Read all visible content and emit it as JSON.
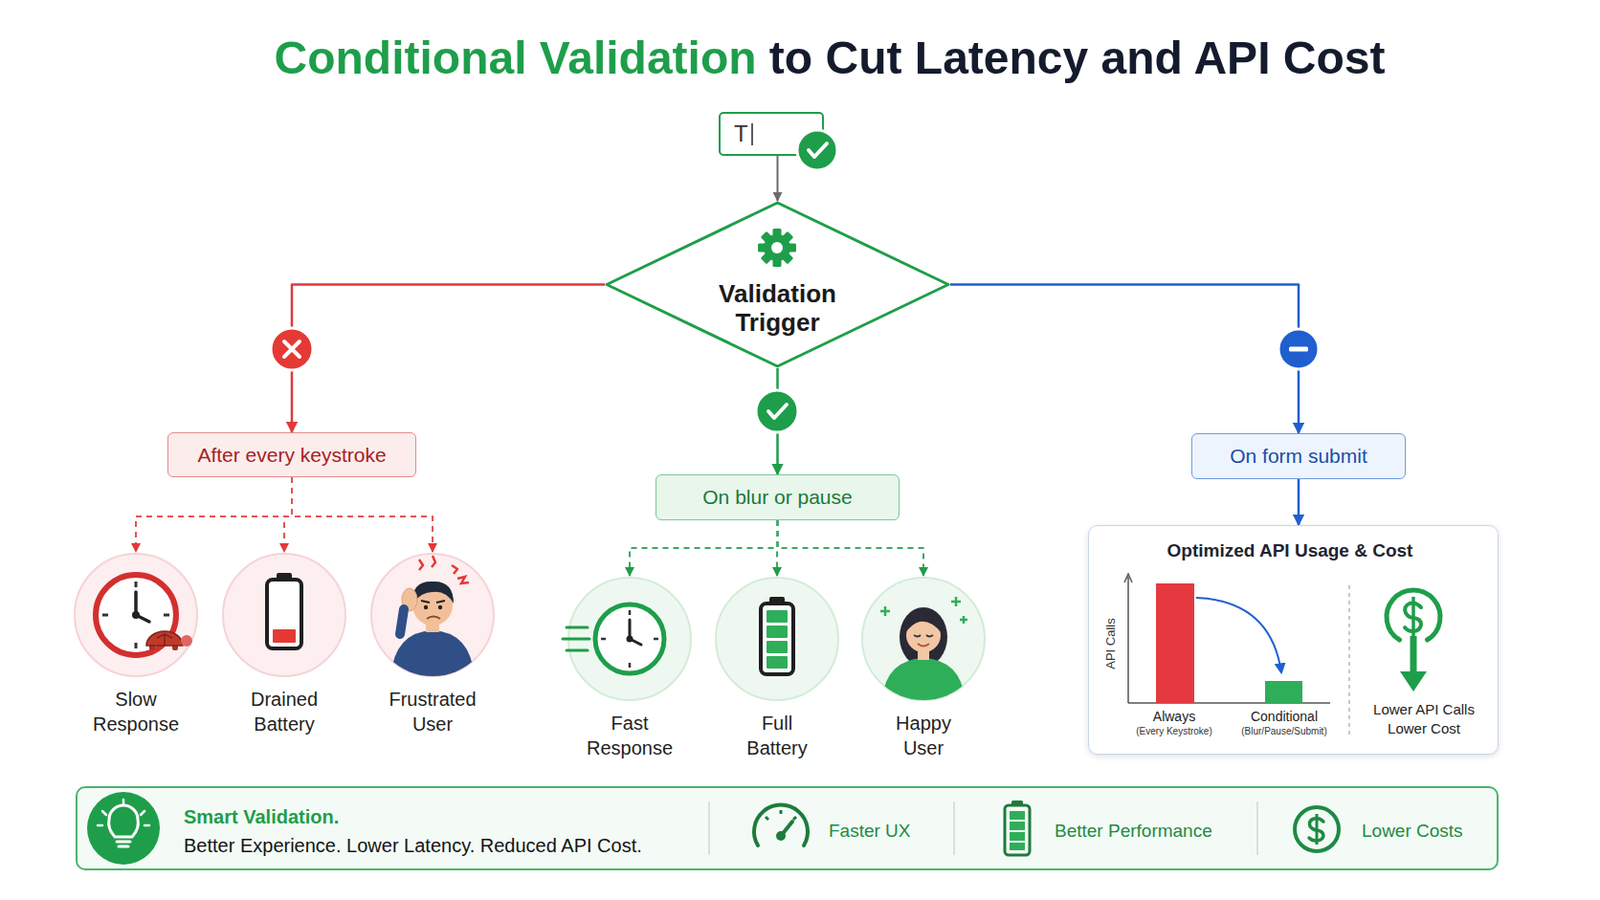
{
  "diagram": {
    "title": "Conditional Validation to Cut Latency and API Cost",
    "nodes": [
      {
        "text": [
          "T"
        ]
      },
      {
        "text": [
          "Validation Trigger"
        ]
      },
      {
        "text": [
          "After every keystroke"
        ]
      },
      {
        "text": [
          "On blur or pause"
        ]
      },
      {
        "text": [
          "On form submit"
        ]
      },
      {
        "text": [
          "Slow Response"
        ]
      },
      {
        "text": [
          "Drained Battery"
        ]
      },
      {
        "text": [
          "Frustrated User"
        ]
      },
      {
        "text": [
          "Fast Response"
        ]
      },
      {
        "text": [
          "Full Battery"
        ]
      },
      {
        "text": [
          "Happy User"
        ]
      },
      {
        "text": [
          "Optimized API Usage & Cost",
          "API Calls",
          "Always",
          "(Every Keystroke)",
          "Conditional",
          "(Blur/Pause/Submit)",
          "Lower API Calls Lower Cost"
        ]
      },
      {
        "text": [
          "Smart Validation.",
          "Better Experience. Lower Latency. Reduced API Cost.",
          "Faster UX",
          "Better Performance",
          "Lower Costs"
        ]
      }
    ],
    "edges": [
      {
        "from": 0,
        "to": 1,
        "arrow": "to"
      },
      {
        "from": 1,
        "to": 2,
        "arrow": "to"
      },
      {
        "from": 1,
        "to": 3,
        "arrow": "to"
      },
      {
        "from": 1,
        "to": 4,
        "arrow": "to"
      },
      {
        "from": 2,
        "to": 5,
        "arrow": "to"
      },
      {
        "from": 2,
        "to": 6,
        "arrow": "to"
      },
      {
        "from": 2,
        "to": 7,
        "arrow": "to"
      },
      {
        "from": 3,
        "to": 8,
        "arrow": "to"
      },
      {
        "from": 3,
        "to": 9,
        "arrow": "to"
      },
      {
        "from": 3,
        "to": 10,
        "arrow": "to"
      },
      {
        "from": 4,
        "to": 11,
        "arrow": "to"
      }
    ]
  }
}
